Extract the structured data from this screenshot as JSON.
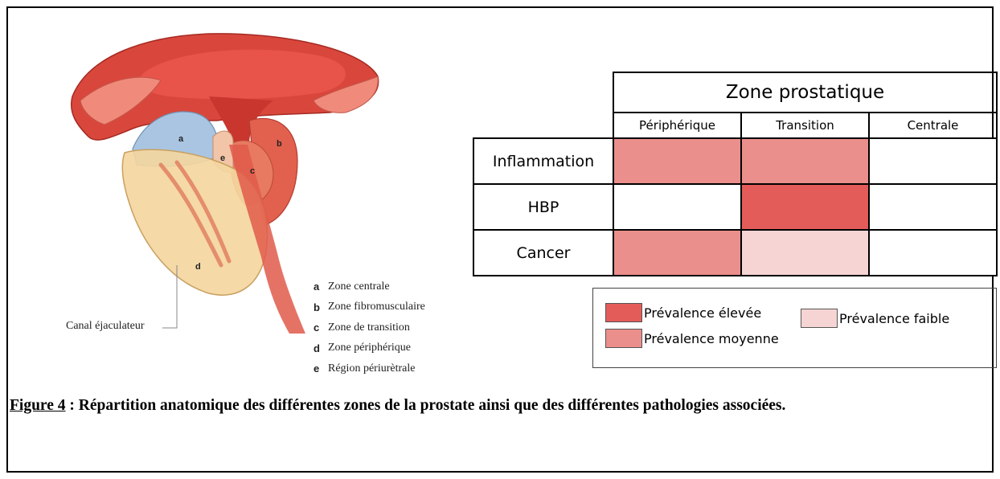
{
  "diagram": {
    "labels": {
      "a": "a",
      "b": "b",
      "c": "c",
      "d": "d",
      "e": "e"
    },
    "canal_label": "Canal éjaculateur",
    "legend": [
      {
        "letter": "a",
        "text": "Zone centrale"
      },
      {
        "letter": "b",
        "text": "Zone fibromusculaire"
      },
      {
        "letter": "c",
        "text": "Zone de transition"
      },
      {
        "letter": "d",
        "text": "Zone périphérique"
      },
      {
        "letter": "e",
        "text": "Région périurètrale"
      }
    ]
  },
  "table": {
    "header": "Zone prostatique",
    "columns": [
      "Périphérique",
      "Transition",
      "Centrale"
    ],
    "rows": [
      {
        "label": "Inflammation",
        "levels": [
          "moyenne",
          "moyenne",
          "none"
        ]
      },
      {
        "label": "HBP",
        "levels": [
          "none",
          "elevee",
          "none"
        ]
      },
      {
        "label": "Cancer",
        "levels": [
          "moyenne",
          "faible",
          "none"
        ]
      }
    ]
  },
  "colors": {
    "elevee": "#e35c5a",
    "moyenne": "#ea8f8b",
    "faible": "#f6d4d3",
    "none": "#ffffff"
  },
  "legend": {
    "elevee": "Prévalence élevée",
    "moyenne": "Prévalence moyenne",
    "faible": "Prévalence faible"
  },
  "caption": {
    "figure": "Figure 4",
    "text": " : Répartition anatomique des différentes zones de la prostate ainsi que des différentes pathologies associées."
  }
}
